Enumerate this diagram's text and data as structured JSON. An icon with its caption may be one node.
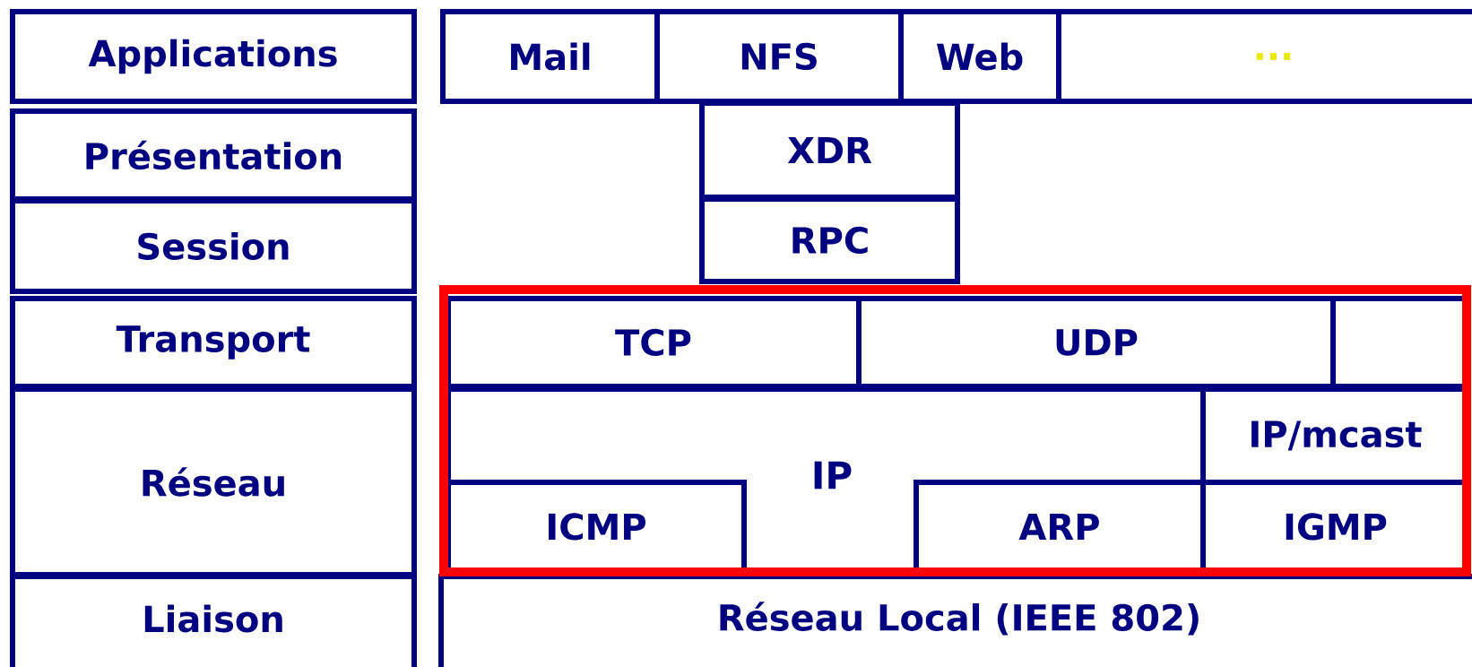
{
  "diagram": {
    "nodes": [
      {
        "text": [
          "Applications"
        ]
      },
      {
        "text": [
          "Mail"
        ]
      },
      {
        "text": [
          "NFS"
        ]
      },
      {
        "text": [
          "Web"
        ]
      },
      {
        "text": [
          "..."
        ]
      },
      {
        "text": [
          "Présentation"
        ]
      },
      {
        "text": [
          "XDR"
        ]
      },
      {
        "text": [
          "Session"
        ]
      },
      {
        "text": [
          "RPC"
        ]
      },
      {
        "text": [
          "Transport"
        ]
      },
      {
        "text": [],
        "shape": "box"
      },
      {
        "text": [
          "TCP"
        ],
        "in": 10
      },
      {
        "text": [
          "UDP"
        ],
        "in": 10
      },
      {
        "text": [],
        "shape": "box",
        "in": 10
      },
      {
        "text": [
          "Réseau"
        ]
      },
      {
        "text": [
          "IP/mcast"
        ],
        "in": 10
      },
      {
        "text": [
          "IP"
        ],
        "in": 10
      },
      {
        "text": [
          "ICMP"
        ],
        "in": 10
      },
      {
        "text": [
          "ARP"
        ],
        "in": 10
      },
      {
        "text": [
          "IGMP"
        ],
        "in": 10
      },
      {
        "text": [
          "Liaison"
        ]
      },
      {
        "text": [
          "Réseau Local (IEEE 802)"
        ]
      }
    ],
    "edges": []
  }
}
